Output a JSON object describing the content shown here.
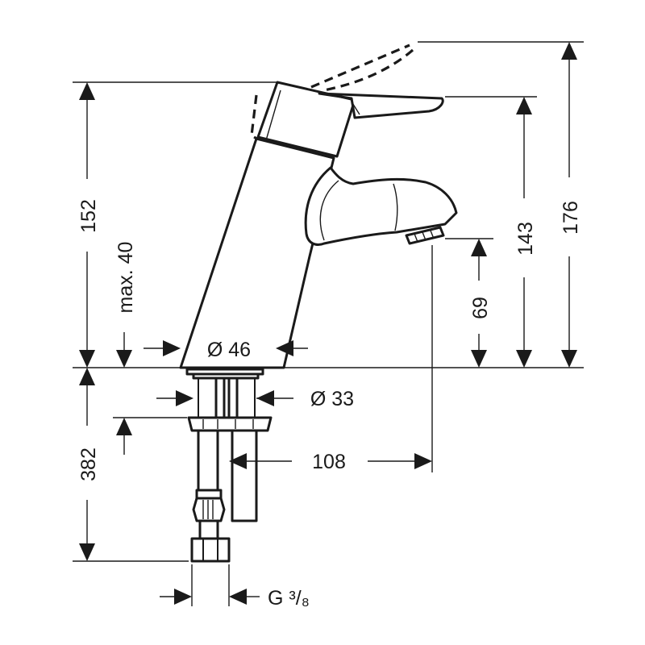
{
  "dimensions": {
    "total_height": "176",
    "lever_height": "152",
    "spout_top_height": "143",
    "spout_outlet_height": "69",
    "max_deck_thickness": "max. 40",
    "body_diameter": "Ø 46",
    "shank_diameter": "Ø 33",
    "spout_projection": "108",
    "hose_length": "382",
    "connection_thread": "G ³/₈"
  },
  "colors": {
    "line": "#1a1a1a",
    "background": "#ffffff"
  }
}
